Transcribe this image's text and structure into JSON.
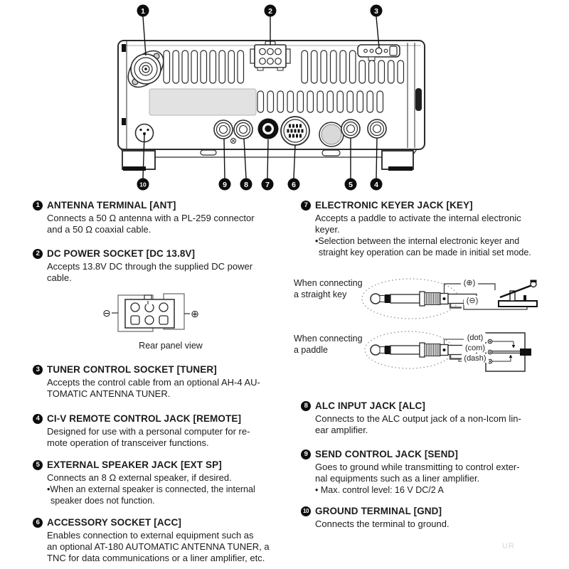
{
  "page": {
    "watermark": "UR"
  },
  "panel": {
    "callouts_top": [
      "1",
      "2",
      "3"
    ],
    "callouts_bottom": [
      "10",
      "9",
      "8",
      "7",
      "6",
      "5",
      "4"
    ]
  },
  "dc_diagram": {
    "minus_symbol": "⊖",
    "plus_symbol": "⊕",
    "caption": "Rear panel view"
  },
  "keyer_diagrams": {
    "straight_key_label": "When connecting\na straight key",
    "paddle_label": "When connecting\na paddle",
    "straight_key_terminals": {
      "plus": "(⊕)",
      "minus": "(⊖)"
    },
    "paddle_terminals": {
      "dot": "(dot)",
      "com": "(com)",
      "dash": "(dash)"
    }
  },
  "items_left": [
    {
      "number": "1",
      "title": "ANTENNA TERMINAL [ANT]",
      "body": "Connects a 50 Ω antenna with a PL-259 connector\nand a 50 Ω coaxial cable."
    },
    {
      "number": "2",
      "title": "DC POWER SOCKET [DC 13.8V]",
      "body": "Accepts 13.8V DC through the supplied DC power\ncable."
    },
    {
      "number": "3",
      "title": "TUNER CONTROL SOCKET [TUNER]",
      "body": "Accepts the control cable from an optional AH-4 AU-\nTOMATIC ANTENNA TUNER."
    },
    {
      "number": "4",
      "title": "CI-V REMOTE CONTROL JACK [REMOTE]",
      "body": "Designed for use with a personal computer for re-\nmote operation of transceiver functions."
    },
    {
      "number": "5",
      "title": "EXTERNAL SPEAKER JACK [EXT SP]",
      "body": "Connects an 8 Ω external speaker, if desired.",
      "bullets": [
        "•When an external speaker is connected, the internal\nspeaker does not function."
      ]
    },
    {
      "number": "6",
      "title": "ACCESSORY SOCKET [ACC]",
      "body": "Enables connection to external equipment such as\nan optional AT-180 AUTOMATIC ANTENNA TUNER, a\nTNC for data communications or a liner amplifier, etc."
    }
  ],
  "items_right": [
    {
      "number": "7",
      "title": "ELECTRONIC KEYER JACK [KEY]",
      "body": "Accepts a paddle to activate the internal electronic\nkeyer.",
      "bullets": [
        "•Selection between the internal electronic keyer and\nstraight key operation can be made in initial set mode."
      ]
    },
    {
      "number": "8",
      "title": "ALC INPUT JACK [ALC]",
      "body": "Connects to the ALC output jack of a non-Icom lin-\near amplifier."
    },
    {
      "number": "9",
      "title": "SEND CONTROL JACK [SEND]",
      "body": "Goes to ground while transmitting to control exter-\nnal equipments such as a liner amplifier.",
      "bullets": [
        "• Max. control level: 16 V DC/2 A"
      ]
    },
    {
      "number": "10",
      "title": "GROUND TERMINAL [GND]",
      "body": "Connects the terminal to ground."
    }
  ]
}
